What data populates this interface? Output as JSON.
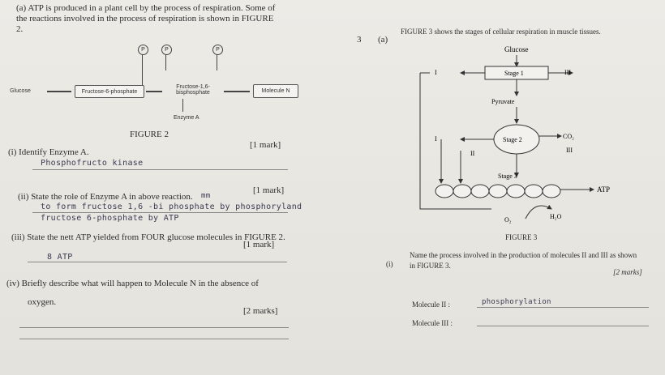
{
  "left": {
    "intro_line1": "(a) ATP is produced in a plant cell by the process of respiration. Some of",
    "intro_line2": "the reactions involved in the process of respiration is shown in FIGURE",
    "intro_line3": "2.",
    "diagram": {
      "glucose": "Glucose",
      "fructose6p": "Fructose-6-phosphate",
      "fructose16bp_line1": "Fructose-1,6-",
      "fructose16bp_line2": "bisphosphate",
      "molecule_n": "Molecule N",
      "enzyme_a": "Enzyme A",
      "phosphate_symbol": "P"
    },
    "figure_label": "FIGURE 2",
    "q1_text": "(i)    Identify Enzyme A.",
    "q1_marks": "[1 mark]",
    "q1_answer": "Phosphofructo kinase",
    "q2_text": "(ii)    State the role of Enzyme A in above reaction.",
    "q2_marks": "[1 mark]",
    "q2_answer_line1": "to form fructose 1,6 -bi phosphate by phosphoryland",
    "q2_answer_line2": "fructose 6-phosphate by ATP",
    "q2_scribble": "mm",
    "q3_text": "(iii)   State the nett ATP yielded from FOUR glucose molecules in FIGURE 2.",
    "q3_marks": "[1 mark]",
    "q3_answer": "8 ATP",
    "q4_text": "(iv)   Briefly describe what will happen to Molecule N in the absence of",
    "q4_text2": "oxygen.",
    "q4_marks": "[2 marks]"
  },
  "right": {
    "qnum": "3",
    "qa": "(a)",
    "intro": "FIGURE 3 shows the stages of cellular respiration in muscle tissues.",
    "diagram": {
      "glucose": "Glucose",
      "stage1": "Stage 1",
      "pyruvate": "Pyruvate",
      "stage2": "Stage 2",
      "stage3": "Stage 3",
      "co2": "CO₂",
      "atp": "ATP",
      "o2": "O₂",
      "h2o": "H₂O",
      "label_i_top": "I",
      "label_i_mid": "I",
      "label_ii": "II",
      "label_iii_top": "III",
      "label_iii_mid": "III"
    },
    "figure_label": "FIGURE 3",
    "q_i_label": "(i)",
    "q_i_text1": "Name the process involved in the production of molecules II and III as shown",
    "q_i_text2": "in FIGURE 3.",
    "q_i_marks": "[2 marks]",
    "molecule_ii_label": "Molecule II   :",
    "molecule_ii_answer": "phosphorylation",
    "molecule_iii_label": "Molecule III  :"
  }
}
